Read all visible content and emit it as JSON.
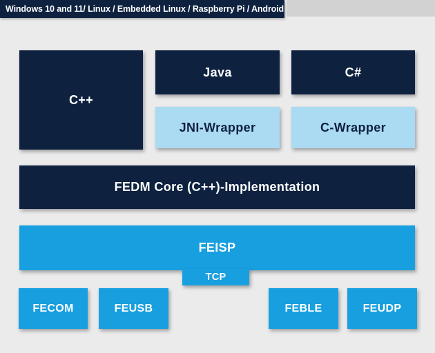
{
  "title_bar": {
    "platforms_text": "Windows 10 and 11/ Linux / Embedded Linux / Raspberry Pi / Android"
  },
  "colors": {
    "navy": "#0e2240",
    "light_blue": "#abdaf3",
    "bright_blue": "#189fe0",
    "background": "#ebebeb",
    "title_strip_gray": "#d2d2d2",
    "text_on_dark": "#ffffff"
  },
  "diagram": {
    "api_layer": {
      "cpp_label": "C++",
      "java_label": "Java",
      "csharp_label": "C#"
    },
    "wrapper_layer": {
      "jni_wrapper_label": "JNI-Wrapper",
      "c_wrapper_label": "C-Wrapper"
    },
    "core_layer": {
      "label": "FEDM Core (C++)-Implementation"
    },
    "feisp_layer": {
      "label": "FEISP"
    },
    "tcp_connector": {
      "label": "TCP"
    },
    "transport_boxes": [
      {
        "label": "FECOM"
      },
      {
        "label": "FEUSB"
      },
      {
        "label": "FEBLE"
      },
      {
        "label": "FEUDP"
      }
    ]
  }
}
